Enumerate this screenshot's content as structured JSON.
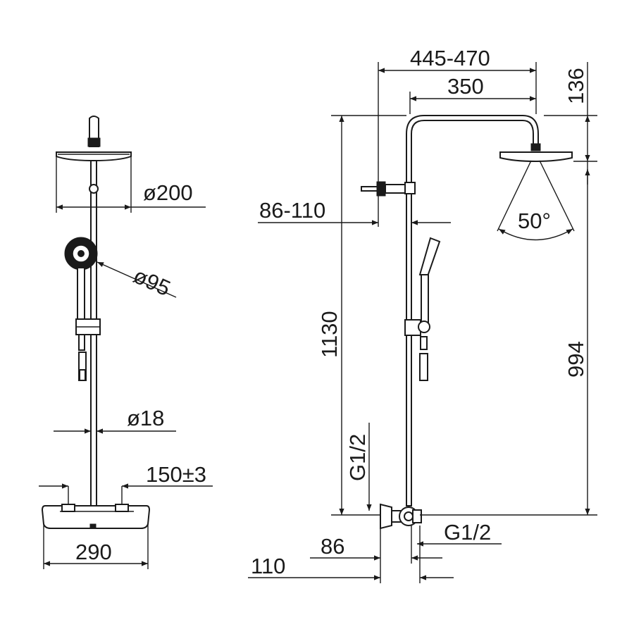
{
  "front_view": {
    "head_diameter": "ø200",
    "hand_shower_diameter": "ø95",
    "rail_diameter": "ø18",
    "inlet_spacing": "150±3",
    "mixer_width": "290"
  },
  "side_view": {
    "head_projection": "445-470",
    "arm_length": "350",
    "head_height": "136",
    "wall_bracket_distance": "86-110",
    "spray_angle": "50°",
    "total_height": "1130",
    "head_to_inlet_height": "994",
    "inlet_thread_left": "G1/2",
    "inlet_thread_right": "G1/2",
    "mixer_depth_86": "86",
    "mixer_depth_110": "110"
  }
}
